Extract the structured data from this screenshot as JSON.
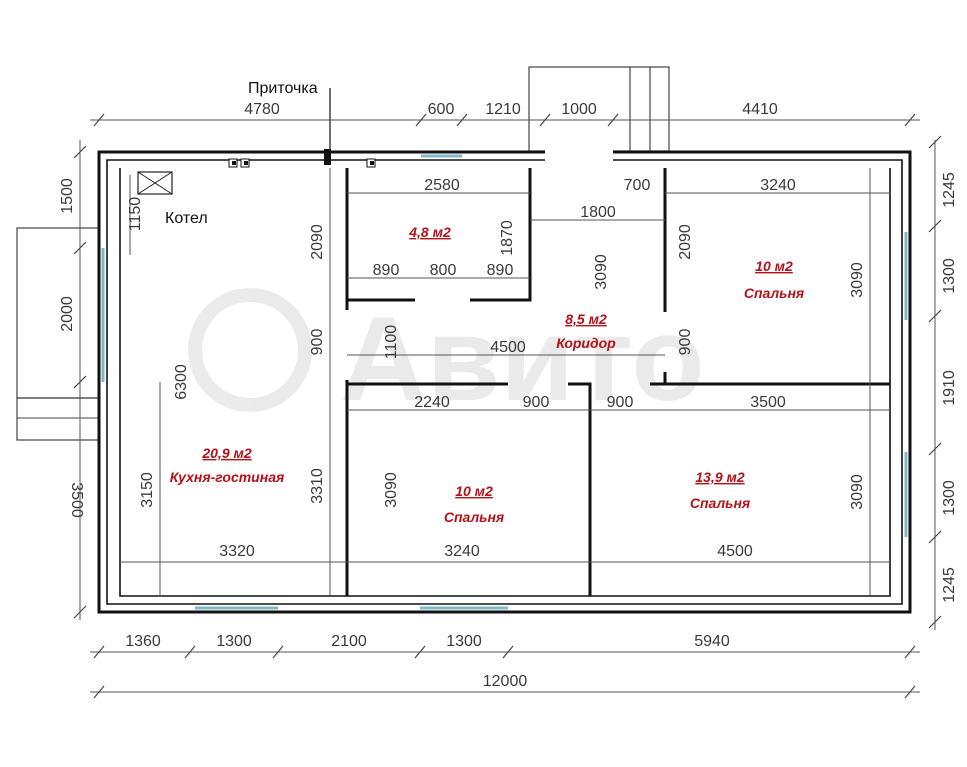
{
  "labels": {
    "inlet": "Приточка",
    "boiler": "Котел"
  },
  "rooms": [
    {
      "area": "20,9 м2",
      "name": "Кухня-гостиная"
    },
    {
      "area": "4,8  м2",
      "name": ""
    },
    {
      "area": "8,5 м2",
      "name": "Коридор"
    },
    {
      "area": "10 м2",
      "name": "Спальня"
    },
    {
      "area": "10 м2",
      "name": "Спальня"
    },
    {
      "area": "13,9 м2",
      "name": "Спальня"
    }
  ],
  "dimensions": {
    "top": [
      "4780",
      "600",
      "1210",
      "1000",
      "4410"
    ],
    "bottom": [
      "1360",
      "1300",
      "2100",
      "1300",
      "5940"
    ],
    "total": "12000",
    "left": [
      "1500",
      "2000",
      "3500"
    ],
    "right": [
      "1245",
      "1300",
      "1910",
      "1300",
      "1245"
    ],
    "inner": {
      "bath_w": "2580",
      "bath_h": "1870",
      "bath_split": [
        "890",
        "800",
        "890"
      ],
      "corr_top": "700",
      "corr_w": "1800",
      "corr_h": "3090",
      "corr_len": "4500",
      "br1_w": "3240",
      "br1_h_left": "2090",
      "br1_h_right": "3090",
      "br1_door": "900",
      "kitchen_v1": "2090",
      "kitchen_v2": "900",
      "kitchen_h": "6300",
      "kitchen_lower": "3150",
      "kitchen_w": "3320",
      "kitchen_boiler": "1150",
      "kitchen_right": "3310",
      "hall_opening": "1100",
      "br2_top": "2240",
      "br2_door": "900",
      "br3_door": "900",
      "br3_top": "3500",
      "br2_h": "3090",
      "br2_w": "3240",
      "br3_w": "4500",
      "br3_h": "3090"
    }
  }
}
